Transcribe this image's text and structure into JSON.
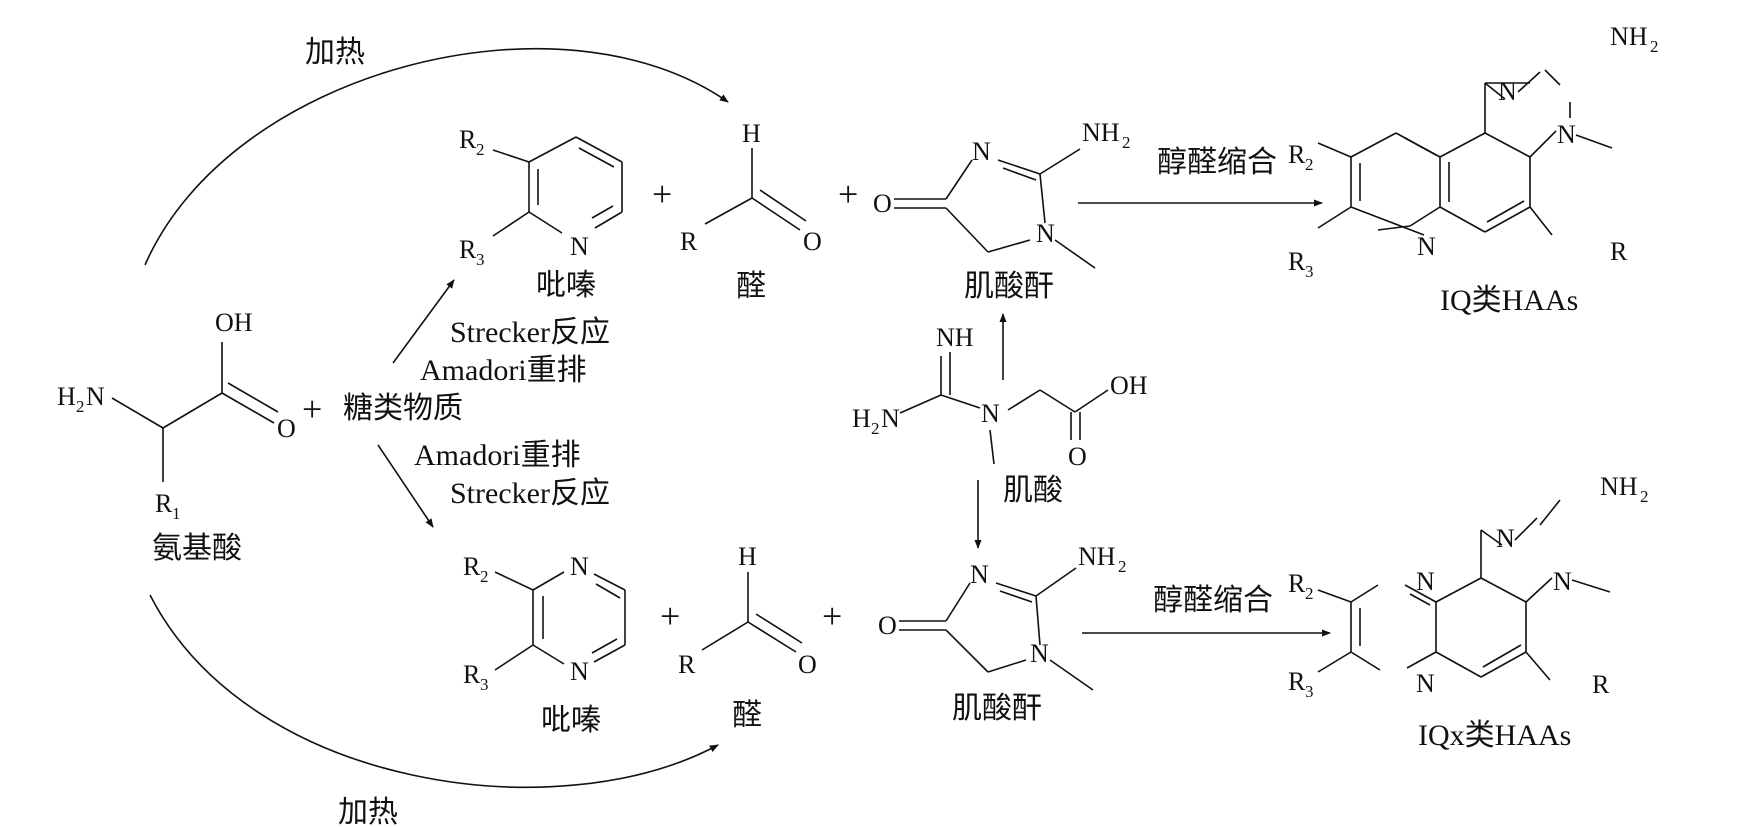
{
  "labels": {
    "heat": "加热",
    "pyridine": "吡嗪",
    "pyrazine": "吡嗪",
    "aldehyde": "醛",
    "creatinine": "肌酸酐",
    "creatine": "肌酸",
    "amino_acid": "氨基酸",
    "sugars": "糖类物质",
    "strecker": "Strecker反应",
    "amadori": "Amadori重排",
    "aldol": "醇醛缩合",
    "iq_product": "IQ类HAAs",
    "iqx_product": "IQx类HAAs",
    "plus": "+"
  },
  "atoms": {
    "R": "R",
    "R_sub1": "1",
    "R_sub2": "2",
    "R_sub3": "3",
    "N": "N",
    "O": "O",
    "H": "H",
    "OH": "OH",
    "NH2": "NH",
    "NH2_sub": "2",
    "H2N_H": "H",
    "H2N_sub": "2",
    "H2N_N": "N",
    "NH": "NH"
  },
  "colors": {
    "ink": "#111111",
    "background": "#ffffff"
  }
}
